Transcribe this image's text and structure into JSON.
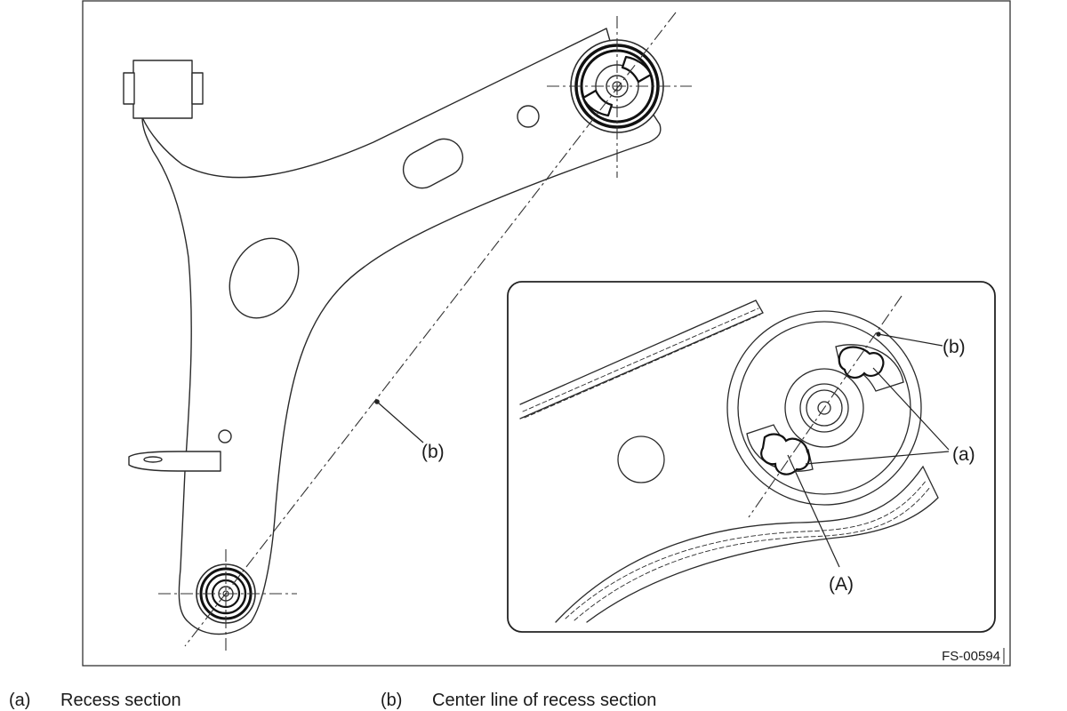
{
  "figure_id": "FS-00594",
  "callouts": {
    "b_main": "(b)",
    "b_inset": "(b)",
    "a_inset": "(a)",
    "A_inset": "(A)"
  },
  "legend": [
    {
      "key": "(a)",
      "text": "Recess section"
    },
    {
      "key": "(b)",
      "text": "Center line of recess section"
    }
  ]
}
